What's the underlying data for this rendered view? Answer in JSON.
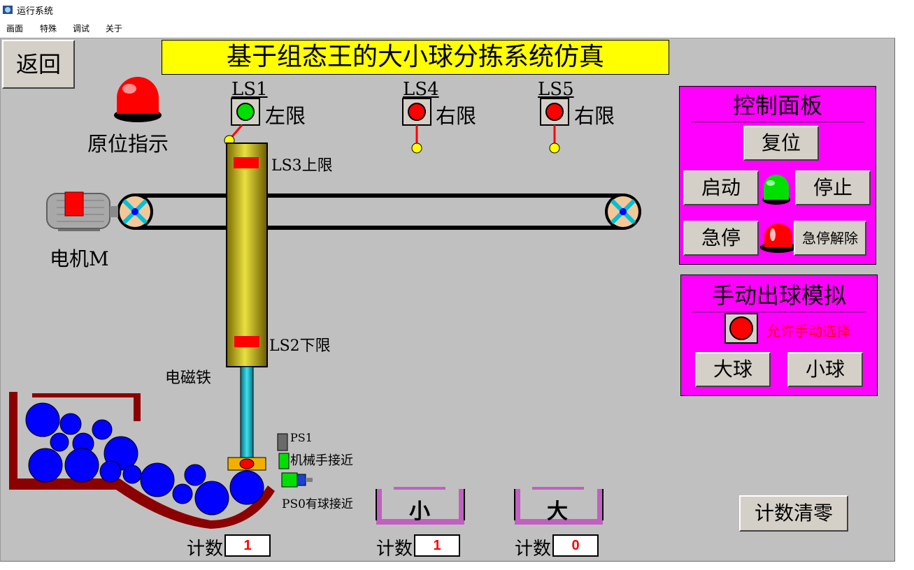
{
  "window": {
    "title": "运行系统"
  },
  "menu": [
    "画面",
    "特殊",
    "调试",
    "关于"
  ],
  "scene": {
    "back_label": "返回",
    "banner": "基于组态王的大小球分拣系统仿真",
    "home_indicator_label": "原位指示",
    "motor_label": "电机M",
    "electromagnet_label": "电磁铁",
    "limit_switches": [
      {
        "id": "LS1",
        "label": "左限",
        "state": "green"
      },
      {
        "id": "LS4",
        "label": "右限",
        "state": "red"
      },
      {
        "id": "LS5",
        "label": "右限",
        "state": "red"
      }
    ],
    "ls3_label": "LS3上限",
    "ls2_label": "LS2下限",
    "ps1_id": "PS1",
    "ps1_label": "机械手接近",
    "ps0_label": "PS0有球接近",
    "bin_small_label": "小",
    "bin_large_label": "大"
  },
  "counters": {
    "label": "计数",
    "feed": "1",
    "small": "1",
    "large": "0"
  },
  "control_panel": {
    "title": "控制面板",
    "reset_label": "复位",
    "start_label": "启动",
    "stop_label": "停止",
    "estop_label": "急停",
    "estop_release_label": "急停解除"
  },
  "manual_panel": {
    "title": "手动出球模拟",
    "allow_label": "允许手动选择",
    "big_label": "大球",
    "small_label": "小球"
  },
  "clear_label": "计数清零",
  "colors": {
    "panel": "#ff00ff",
    "banner": "#ffff00",
    "ball": "#0000ff",
    "bin": "#c060c0",
    "hopper": "#8b0000"
  }
}
